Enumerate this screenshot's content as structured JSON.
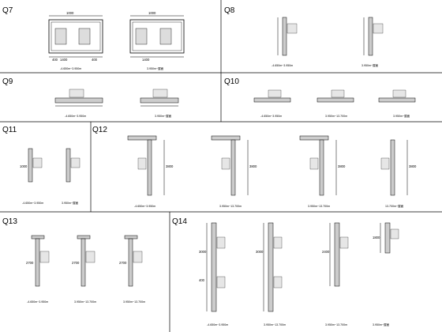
{
  "sheet": {
    "panels": [
      {
        "id": "q7",
        "label": "Q7"
      },
      {
        "id": "q8",
        "label": "Q8"
      },
      {
        "id": "q9",
        "label": "Q9"
      },
      {
        "id": "q10",
        "label": "Q10"
      },
      {
        "id": "q11",
        "label": "Q11"
      },
      {
        "id": "q12",
        "label": "Q12"
      },
      {
        "id": "q13",
        "label": "Q13"
      },
      {
        "id": "q14",
        "label": "Q14"
      }
    ]
  },
  "dims": {
    "d400": "400",
    "d1000": "1000",
    "d1400": "1400",
    "d1800": "1800",
    "d2400": "2400",
    "d2700": "2700",
    "d3000": "3000",
    "d3800": "3800"
  },
  "captions": {
    "lvl_a": "-4.650m~3.950m",
    "lvl_b": "3.950m~屋面",
    "lvl_c": "3.950m~13.700m",
    "lvl_d": "3.950m~13.700m",
    "lvl_e": "13.700m~屋面"
  }
}
